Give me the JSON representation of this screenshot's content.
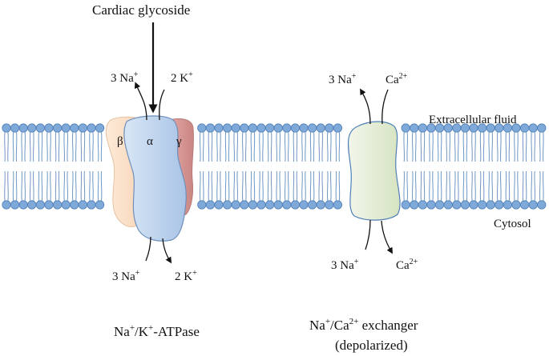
{
  "drug_label": "Cardiac glycoside",
  "pump": {
    "in_top_na": "3 Na",
    "in_top_na_sup": "+",
    "in_top_k": "2 K",
    "in_top_k_sup": "+",
    "in_bottom_na": "3 Na",
    "in_bottom_na_sup": "+",
    "in_bottom_k": "2 K",
    "in_bottom_k_sup": "+",
    "subunit_beta": "β",
    "subunit_alpha": "α",
    "subunit_gamma": "γ",
    "title_na": "Na",
    "title_sup1": "+",
    "title_mid": "/K",
    "title_sup2": "+",
    "title_end": "-ATPase",
    "colors": {
      "beta": "#fde3cc",
      "alpha": "#c7daf0",
      "gamma": "#d99795"
    }
  },
  "exchanger": {
    "top_na": "3 Na",
    "top_na_sup": "+",
    "top_ca": "Ca",
    "top_ca_sup": "2+",
    "bottom_na": "3 Na",
    "bottom_na_sup": "+",
    "bottom_ca": "Ca",
    "bottom_ca_sup": "2+",
    "title_na": "Na",
    "title_sup1": "+",
    "title_mid": "/Ca",
    "title_sup2": "2+",
    "title_end": " exchanger",
    "title_line2": "(depolarized)",
    "color": "#e6eed6"
  },
  "labels": {
    "extracellular": "Extracellular fluid",
    "cytosol": "Cytosol"
  },
  "colors": {
    "lipid_head": "#7ea9d9",
    "lipid_head_stroke": "#4f7fb8",
    "tail": "#6f96c4"
  }
}
